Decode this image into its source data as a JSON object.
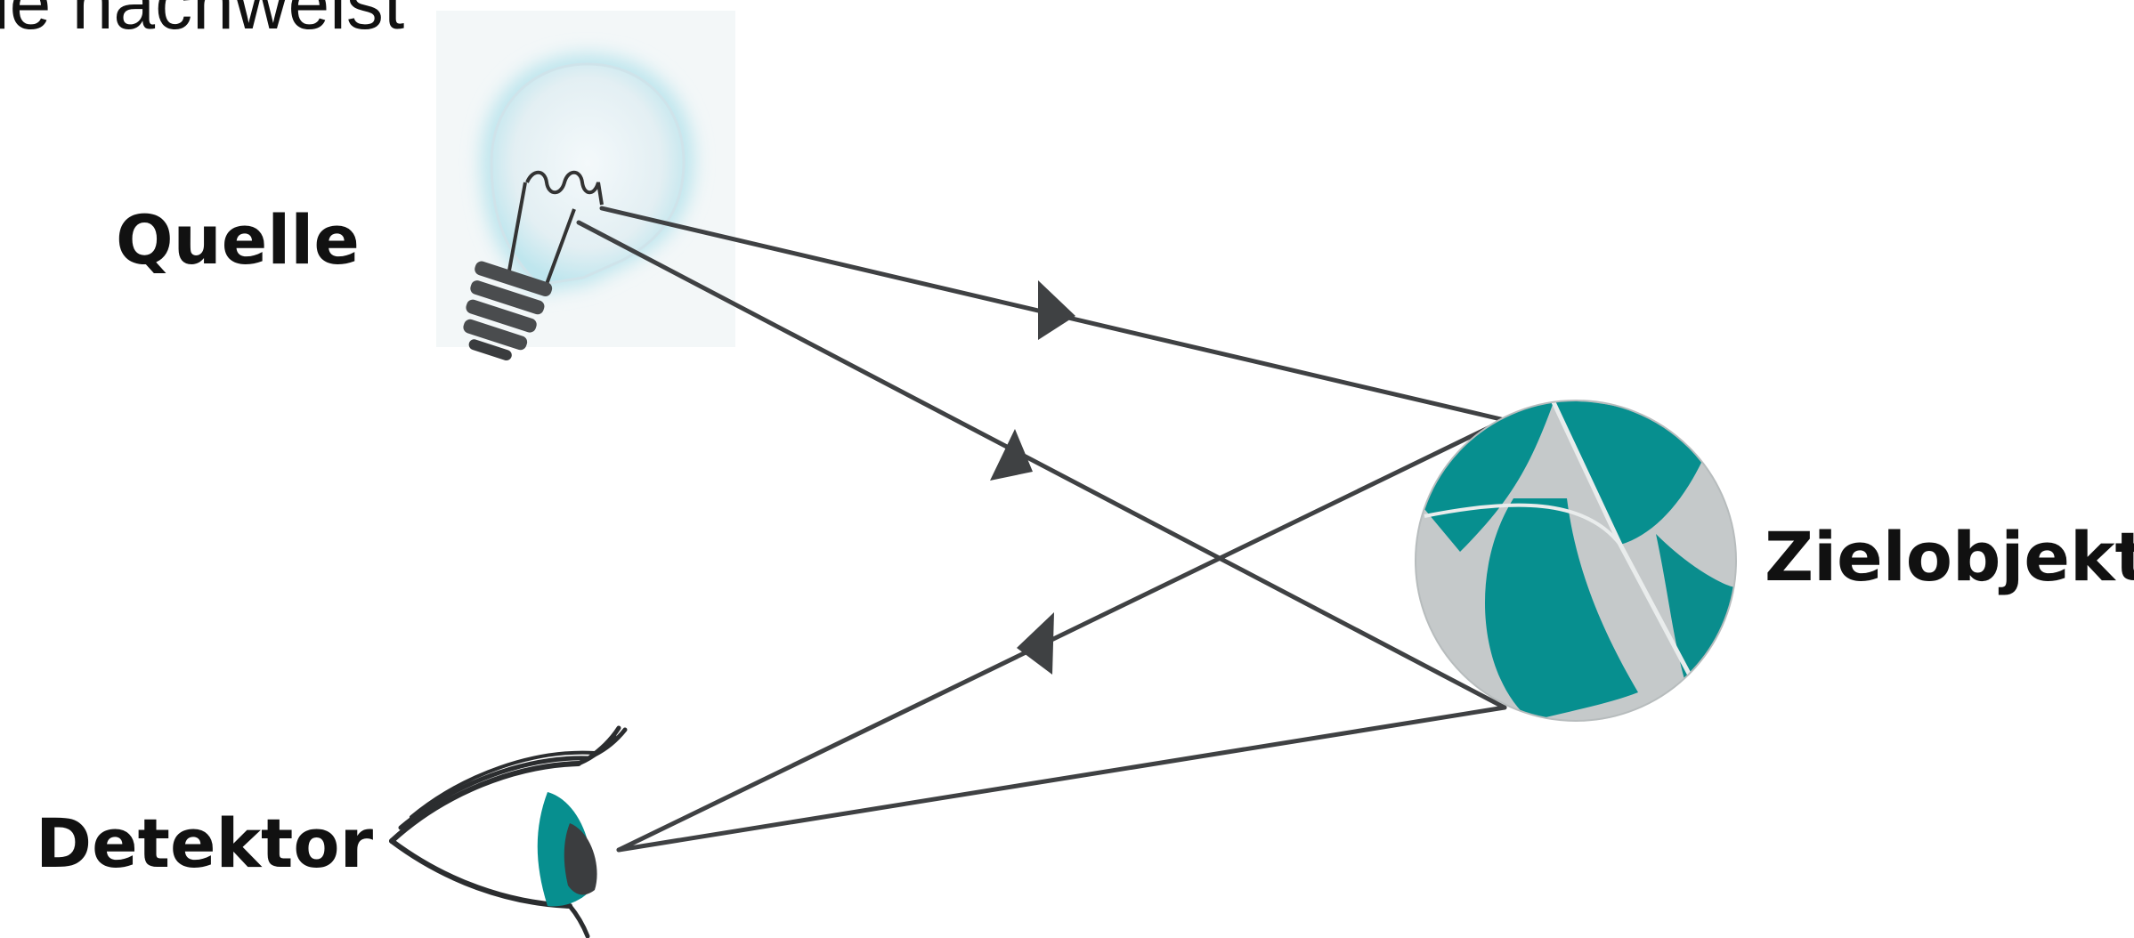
{
  "heading_fragment": "le nachweist",
  "labels": {
    "source": "Quelle",
    "target": "Zielobjekt",
    "detector": "Detektor"
  },
  "colors": {
    "ray": "#3f4143",
    "teal": "#078f8f",
    "ball_gray": "#c5c9ca",
    "bulb_glass": "#e6f0f4",
    "bulb_glow": "#bfe6ee",
    "text": "#111111"
  }
}
